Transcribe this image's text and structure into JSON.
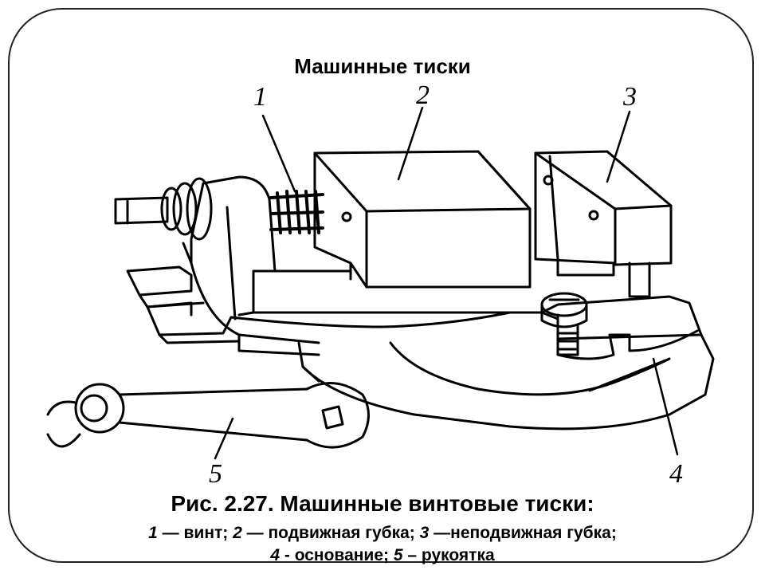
{
  "title": "Машинные тиски",
  "callouts": [
    "1",
    "2",
    "3",
    "4",
    "5"
  ],
  "caption": {
    "main": "Рис. 2.27. Машинные винтовые тиски:",
    "line1": [
      {
        "n": "1",
        "t": " — винт; "
      },
      {
        "n": "2",
        "t": " — подвижная губка; "
      },
      {
        "n": "3",
        "t": " —неподвижная губка;"
      }
    ],
    "line2": [
      {
        "n": "4",
        "t": " - основание; "
      },
      {
        "n": "5",
        "t": " – рукоятка"
      }
    ]
  }
}
